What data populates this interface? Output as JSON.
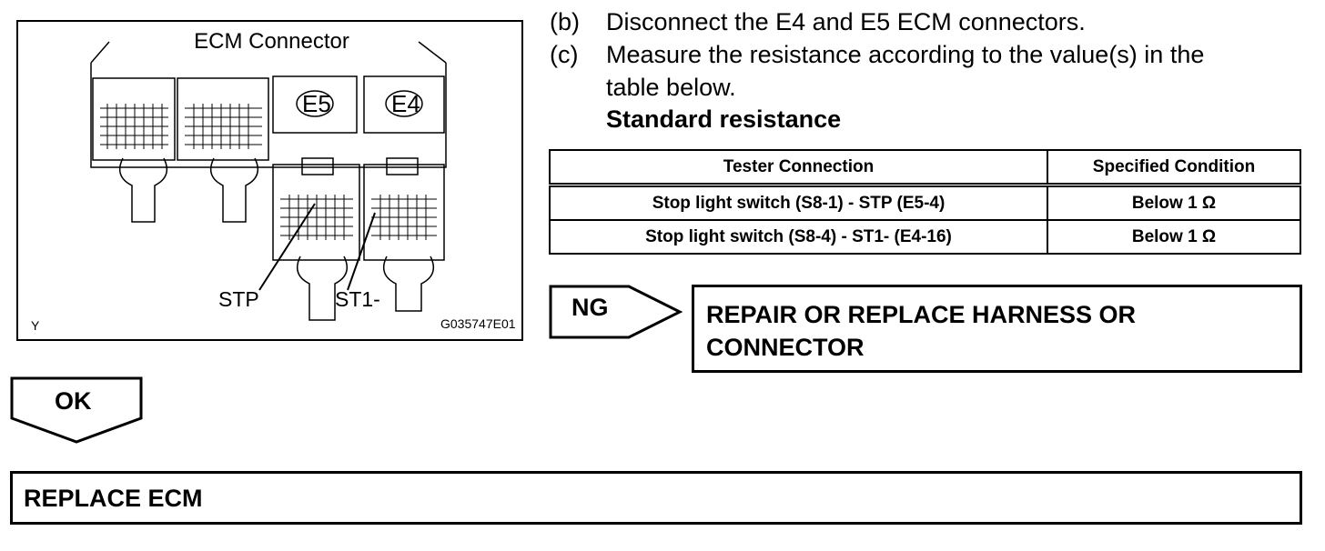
{
  "figure": {
    "title": "ECM Connector",
    "badge_e5": "E5",
    "badge_e4": "E4",
    "label_stp": "STP",
    "label_st1": "ST1-",
    "corner_mark": "Y",
    "figure_code": "G035747E01"
  },
  "steps": [
    {
      "letter": "(b)",
      "text": "Disconnect the E4 and E5 ECM connectors."
    },
    {
      "letter": "(c)",
      "text": "Measure the resistance according to the value(s) in the",
      "text_cont": "table below."
    }
  ],
  "standard_heading": "Standard resistance",
  "table": {
    "headers": [
      "Tester Connection",
      "Specified Condition"
    ],
    "rows": [
      [
        "Stop light switch (S8-1) - STP (E5-4)",
        "Below 1 Ω"
      ],
      [
        "Stop light switch (S8-4) - ST1- (E4-16)",
        "Below 1 Ω"
      ]
    ]
  },
  "ng": {
    "label": "NG",
    "action_line1": "REPAIR OR REPLACE HARNESS OR",
    "action_line2": "CONNECTOR"
  },
  "ok": {
    "label": "OK",
    "action": "REPLACE ECM"
  }
}
